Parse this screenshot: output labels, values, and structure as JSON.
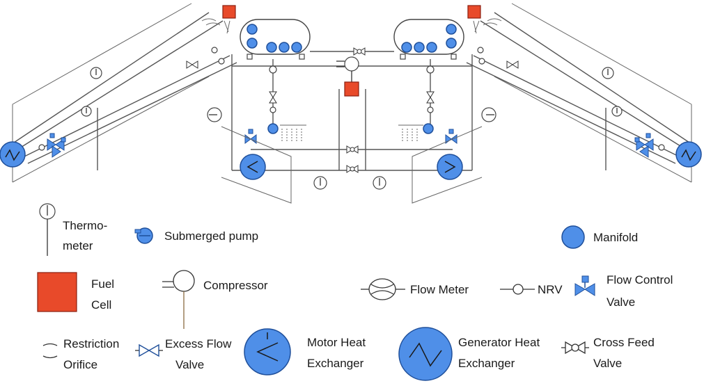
{
  "legend": {
    "thermometer": [
      "Thermo-",
      "meter"
    ],
    "submerged_pump": "Submerged pump",
    "manifold": "Manifold",
    "fuel_cell": [
      "Fuel",
      "Cell"
    ],
    "compressor": "Compressor",
    "flow_meter": "Flow Meter",
    "nrv": "NRV",
    "flow_control_valve": [
      "Flow Control",
      "Valve"
    ],
    "restriction_orifice": [
      "Restriction",
      "Orifice"
    ],
    "excess_flow_valve": [
      "Excess Flow",
      "Valve"
    ],
    "motor_heat_exchanger": [
      "Motor Heat",
      "Exchanger"
    ],
    "generator_heat_exchanger": [
      "Generator Heat",
      "Exchanger"
    ],
    "cross_feed_valve": [
      "Cross Feed",
      "Valve"
    ]
  },
  "colors": {
    "blue": "#4f8fe8",
    "blue_stroke": "#1f4f9a",
    "fuel_cell": "#e84a2a",
    "line": "#333333"
  }
}
